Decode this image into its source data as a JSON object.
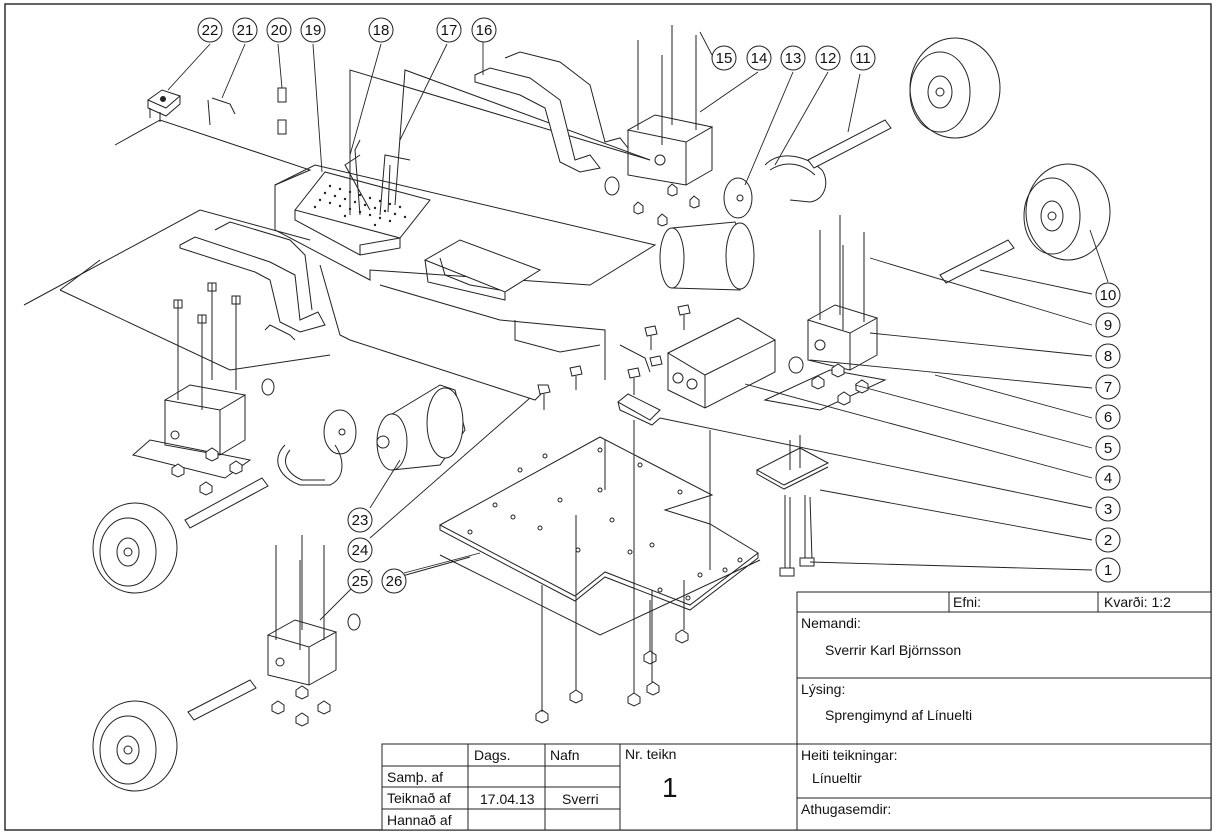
{
  "callouts": [
    "1",
    "2",
    "3",
    "4",
    "5",
    "6",
    "7",
    "8",
    "9",
    "10",
    "11",
    "12",
    "13",
    "14",
    "15",
    "16",
    "17",
    "18",
    "19",
    "20",
    "21",
    "22",
    "23",
    "24",
    "25",
    "26"
  ],
  "title_block": {
    "efni_label": "Efni:",
    "efni_value": "",
    "scale_label": "Kvarði: 1:2",
    "student_label": "Nemandi:",
    "student_name": "Sverrir Karl Björnsson",
    "description_label": "Lýsing:",
    "description_value": "Sprengimynd af Línuelti",
    "drawing_title_label": "Heiti teikningar:",
    "drawing_title_value": "Línueltir",
    "remarks_label": "Athugasemdir:",
    "header_dags": "Dags.",
    "header_nafn": "Nafn",
    "drawing_no_label": "Nr. teikn",
    "drawing_no_value": "1",
    "row_approved": "Samþ. af",
    "row_drawn": "Teiknað af",
    "row_designed": "Hannað af",
    "drawn_date": "17.04.13",
    "drawn_name": "Sverri"
  }
}
